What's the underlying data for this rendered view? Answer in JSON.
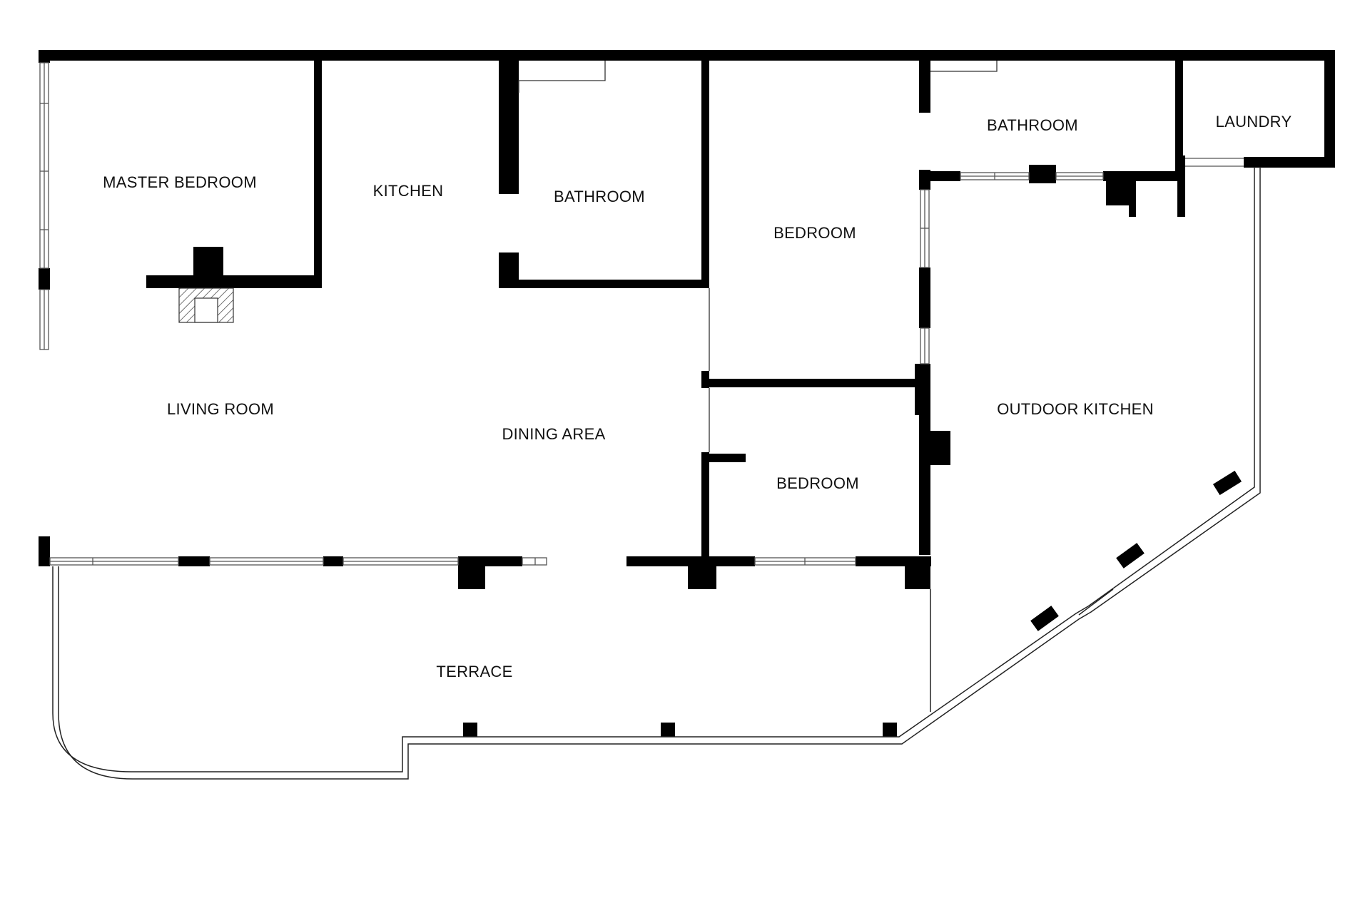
{
  "floor_plan": {
    "rooms": {
      "master_bedroom": "MASTER BEDROOM",
      "kitchen": "KITCHEN",
      "bathroom_main": "BATHROOM",
      "bedroom_upper": "BEDROOM",
      "bathroom_right": "BATHROOM",
      "laundry": "LAUNDRY",
      "living_room": "LIVING ROOM",
      "dining_area": "DINING AREA",
      "bedroom_lower": "BEDROOM",
      "outdoor_kitchen": "OUTDOOR KITCHEN",
      "terrace": "TERRACE"
    },
    "colors": {
      "wall": "#000000",
      "background": "#ffffff",
      "window": "#555555"
    }
  }
}
